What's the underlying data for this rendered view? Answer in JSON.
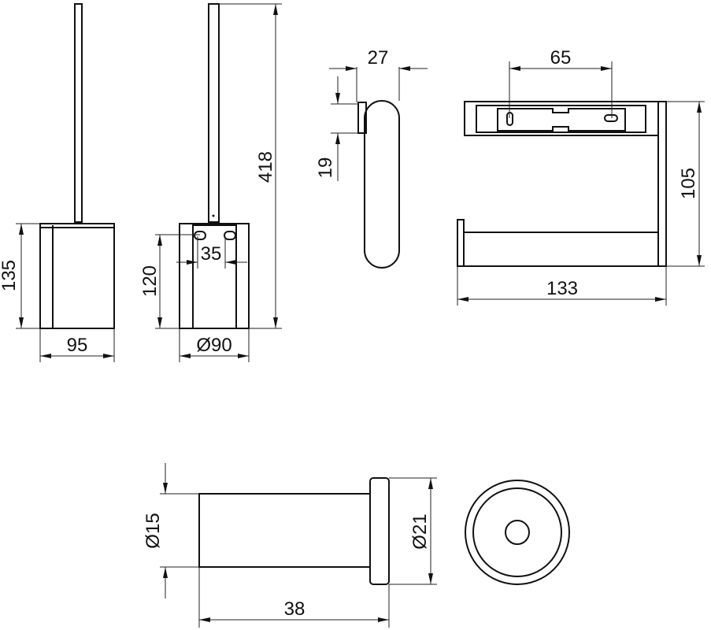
{
  "drawing": {
    "brush_holder_front": {
      "height": "135",
      "width": "95"
    },
    "brush_holder_side": {
      "mount_height": "120",
      "hole_spacing": "35",
      "diameter": "Ø90",
      "total_height": "418"
    },
    "paper_holder_side": {
      "depth": "27",
      "plate_height": "19"
    },
    "paper_holder_front": {
      "hole_spacing": "65",
      "height": "105",
      "width": "133"
    },
    "hook": {
      "diameter": "Ø15",
      "flange_diameter": "Ø21",
      "length": "38"
    }
  },
  "colors": {
    "line": "#111111",
    "background": "#ffffff"
  }
}
